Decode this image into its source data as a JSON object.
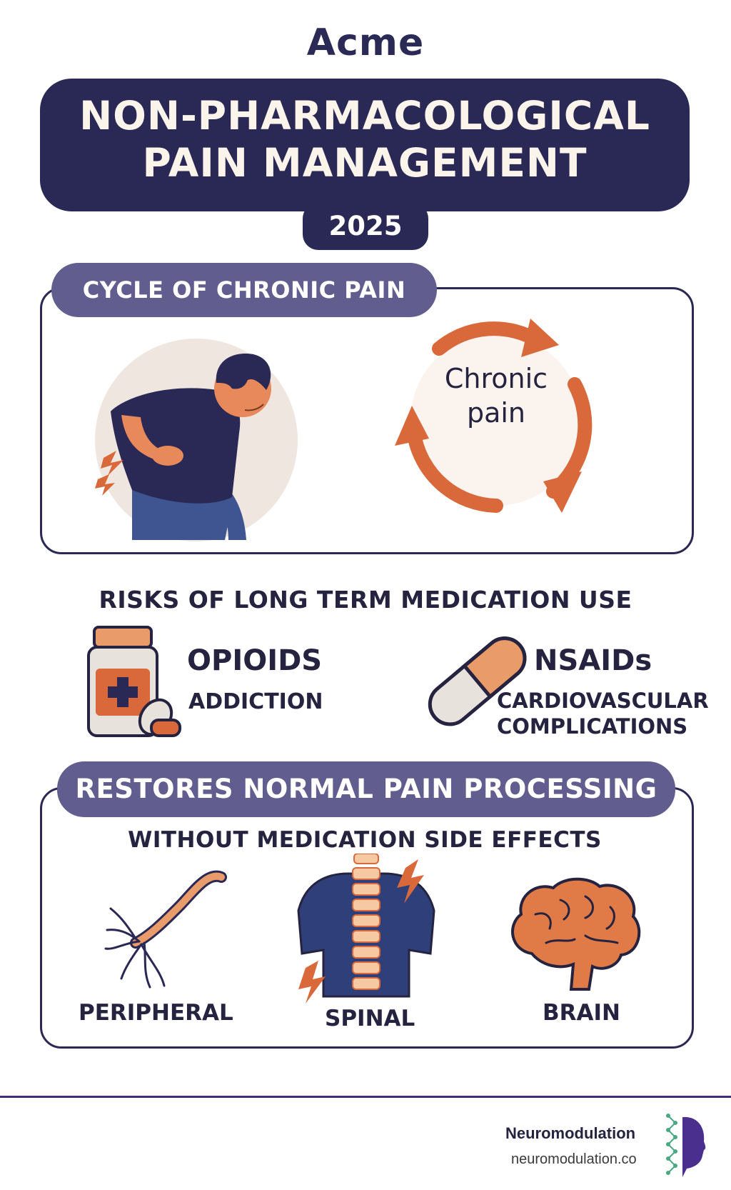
{
  "brand": "Acme",
  "title": {
    "line1": "NON-PHARMACOLOGICAL",
    "line2": "PAIN MANAGEMENT",
    "year": "2025"
  },
  "cycle_section": {
    "heading": "CYCLE OF CHRONIC PAIN",
    "cycle_label_line1": "Chronic",
    "cycle_label_line2": "pain"
  },
  "risks_section": {
    "heading": "RISKS OF LONG TERM MEDICATION USE",
    "opioids": {
      "name": "OPIOIDS",
      "risk": "ADDICTION"
    },
    "nsaids": {
      "name": "NSAIDs",
      "risk_line1": "CARDIOVASCULAR",
      "risk_line2": "COMPLICATIONS"
    }
  },
  "restore_section": {
    "heading": "RESTORES NORMAL PAIN PROCESSING",
    "subheading": "WITHOUT MEDICATION SIDE EFFECTS",
    "items": [
      {
        "label": "PERIPHERAL",
        "icon": "nerve-icon"
      },
      {
        "label": "SPINAL",
        "icon": "spine-icon"
      },
      {
        "label": "BRAIN",
        "icon": "brain-icon"
      }
    ]
  },
  "footer": {
    "name": "Neuromodulation",
    "url": "neuromodulation.co"
  },
  "colors": {
    "navy": "#2a2854",
    "purple_pill": "#615d8e",
    "orange": "#d9683a",
    "light_orange": "#ea9b6a",
    "blue_shirt": "#2e3f7a",
    "beige": "#efe7df"
  }
}
